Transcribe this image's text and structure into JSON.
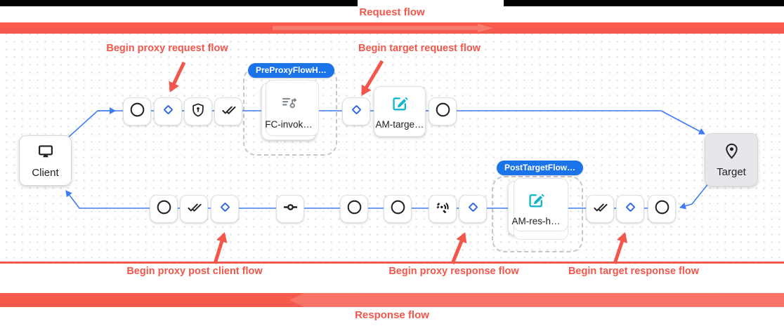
{
  "labels": {
    "request_flow": "Request flow",
    "response_flow": "Response flow"
  },
  "annotations": [
    {
      "id": "begin-proxy-request",
      "label": "Begin proxy request flow"
    },
    {
      "id": "begin-target-request",
      "label": "Begin target request flow"
    },
    {
      "id": "begin-proxy-post-client",
      "label": "Begin proxy post client flow"
    },
    {
      "id": "begin-proxy-response",
      "label": "Begin proxy response flow"
    },
    {
      "id": "begin-target-response",
      "label": "Begin target response flow"
    }
  ],
  "flow": {
    "client": {
      "label": "Client",
      "icon": "monitor-icon"
    },
    "target": {
      "label": "Target",
      "icon": "location-pin-icon"
    },
    "pre_proxy_group": {
      "pill": "PreProxyFlowH…",
      "node_label": "FC-invok…",
      "node_icon": "flow-callout-icon"
    },
    "post_target_group": {
      "pill": "PostTargetFlow…",
      "node_label": "AM-res-h…",
      "node_icon": "edit-icon"
    },
    "am_target_label": "AM-targe…",
    "request_row_icons": [
      "circle-icon",
      "diamond-icon",
      "shield-icon",
      "double-check-icon",
      "flow-callout-card",
      "diamond-icon",
      "edit-card",
      "circle-icon"
    ],
    "response_row_icons": [
      "circle-icon",
      "double-check-icon",
      "diamond-icon",
      "commit-icon",
      "circle-icon",
      "circle-icon",
      "broadcast-icon",
      "diamond-icon",
      "edit-card",
      "double-check-icon",
      "diamond-icon",
      "circle-icon"
    ]
  },
  "icon_map": {
    "circle-icon": "outlined circle step",
    "diamond-icon": "blue outlined diamond",
    "shield-icon": "security shield with keyhole",
    "double-check-icon": "double checkmark",
    "commit-icon": "line with center circle",
    "broadcast-icon": "signal/leak arcs with dot",
    "monitor-icon": "desktop display",
    "location-pin-icon": "map pin",
    "edit-icon": "teal square with pencil",
    "flow-callout-icon": "gray list with arrow and circle"
  },
  "colors": {
    "annotation_red": "#f3564a",
    "bar_red": "#f85a4b",
    "connector_blue": "#3d7cf4",
    "pill_blue": "#1a73e8",
    "diamond_blue": "#2a63e8",
    "edit_teal": "#12b5cb",
    "black_bar": "#000000",
    "target_fill": "#e5e7ea"
  }
}
